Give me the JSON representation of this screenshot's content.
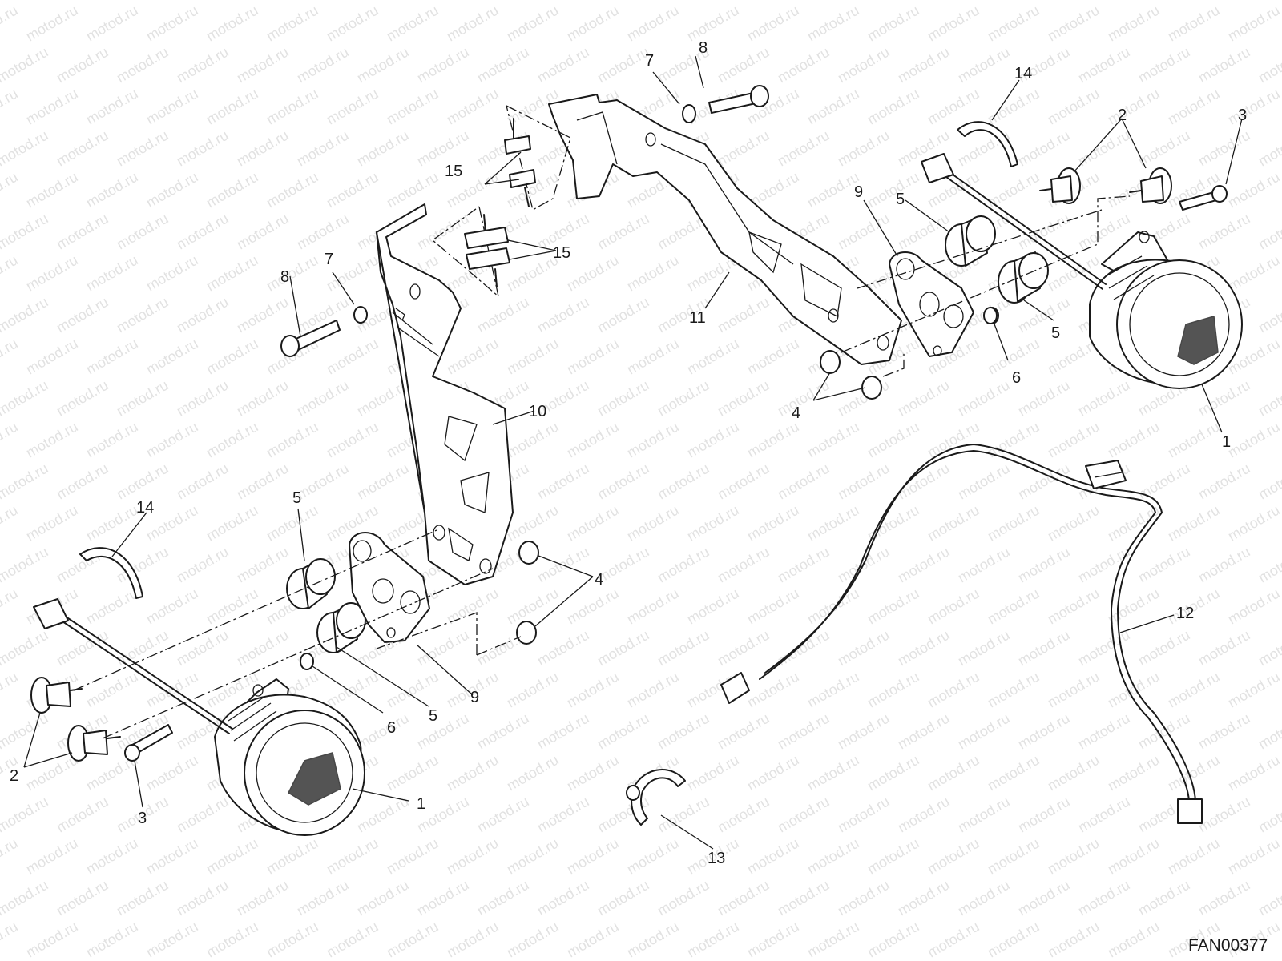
{
  "watermark": "motod.ru",
  "drawing_code": "FAN00377",
  "callouts": {
    "c1a": "1",
    "c1b": "1",
    "c2a": "2",
    "c2b": "2",
    "c3a": "3",
    "c3b": "3",
    "c4a": "4",
    "c4b": "4",
    "c5a": "5",
    "c5b": "5",
    "c5c": "5",
    "c5d": "5",
    "c6a": "6",
    "c6b": "6",
    "c7a": "7",
    "c7b": "7",
    "c8a": "8",
    "c8b": "8",
    "c9a": "9",
    "c9b": "9",
    "c10": "10",
    "c11": "11",
    "c12": "12",
    "c13": "13",
    "c14a": "14",
    "c14b": "14",
    "c15a": "15",
    "c15b": "15"
  }
}
